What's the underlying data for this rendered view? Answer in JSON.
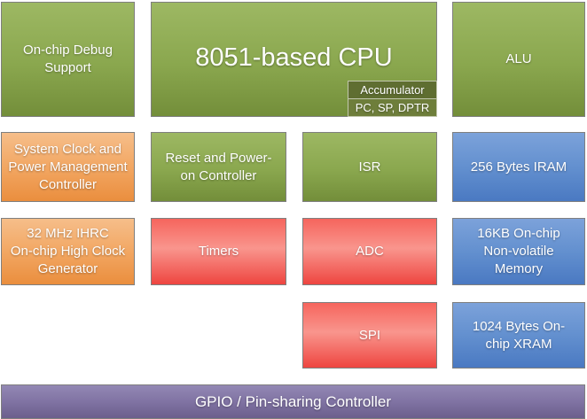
{
  "diagram": {
    "description_colors": {
      "green": "#8aa74e",
      "orange": "#f2a763",
      "red": "#f05149",
      "blue": "#5c8bce",
      "purple": "#8073a3",
      "sub_block_dark_green": "#5f6e31",
      "border_gray": "#7f7f7f",
      "text": "#ffffff"
    },
    "blocks": {
      "debug": {
        "label": "On-chip Debug\nSupport",
        "color": "green"
      },
      "cpu": {
        "label": "8051-based CPU",
        "color": "green"
      },
      "accumulator": {
        "label": "Accumulator",
        "color": "dark-green"
      },
      "registers": {
        "label": "PC, SP, DPTR",
        "color": "dark-green"
      },
      "alu": {
        "label": "ALU",
        "color": "green"
      },
      "sysclock": {
        "label": "System Clock and\nPower Management\nController",
        "color": "orange"
      },
      "reset": {
        "label": "Reset and Power-\non Controller",
        "color": "green"
      },
      "isr": {
        "label": "ISR",
        "color": "green"
      },
      "iram": {
        "label": "256 Bytes IRAM",
        "color": "blue"
      },
      "ihrc": {
        "label": "32 MHz IHRC\nOn-chip High Clock\nGenerator",
        "color": "orange"
      },
      "timers": {
        "label": "Timers",
        "color": "red"
      },
      "adc": {
        "label": "ADC",
        "color": "red"
      },
      "nvm": {
        "label": "16KB On-chip\nNon-volatile\nMemory",
        "color": "blue"
      },
      "spi": {
        "label": "SPI",
        "color": "red"
      },
      "xram": {
        "label": "1024 Bytes On-\nchip XRAM",
        "color": "blue"
      },
      "gpio": {
        "label": "GPIO / Pin-sharing Controller",
        "color": "purple"
      }
    }
  }
}
